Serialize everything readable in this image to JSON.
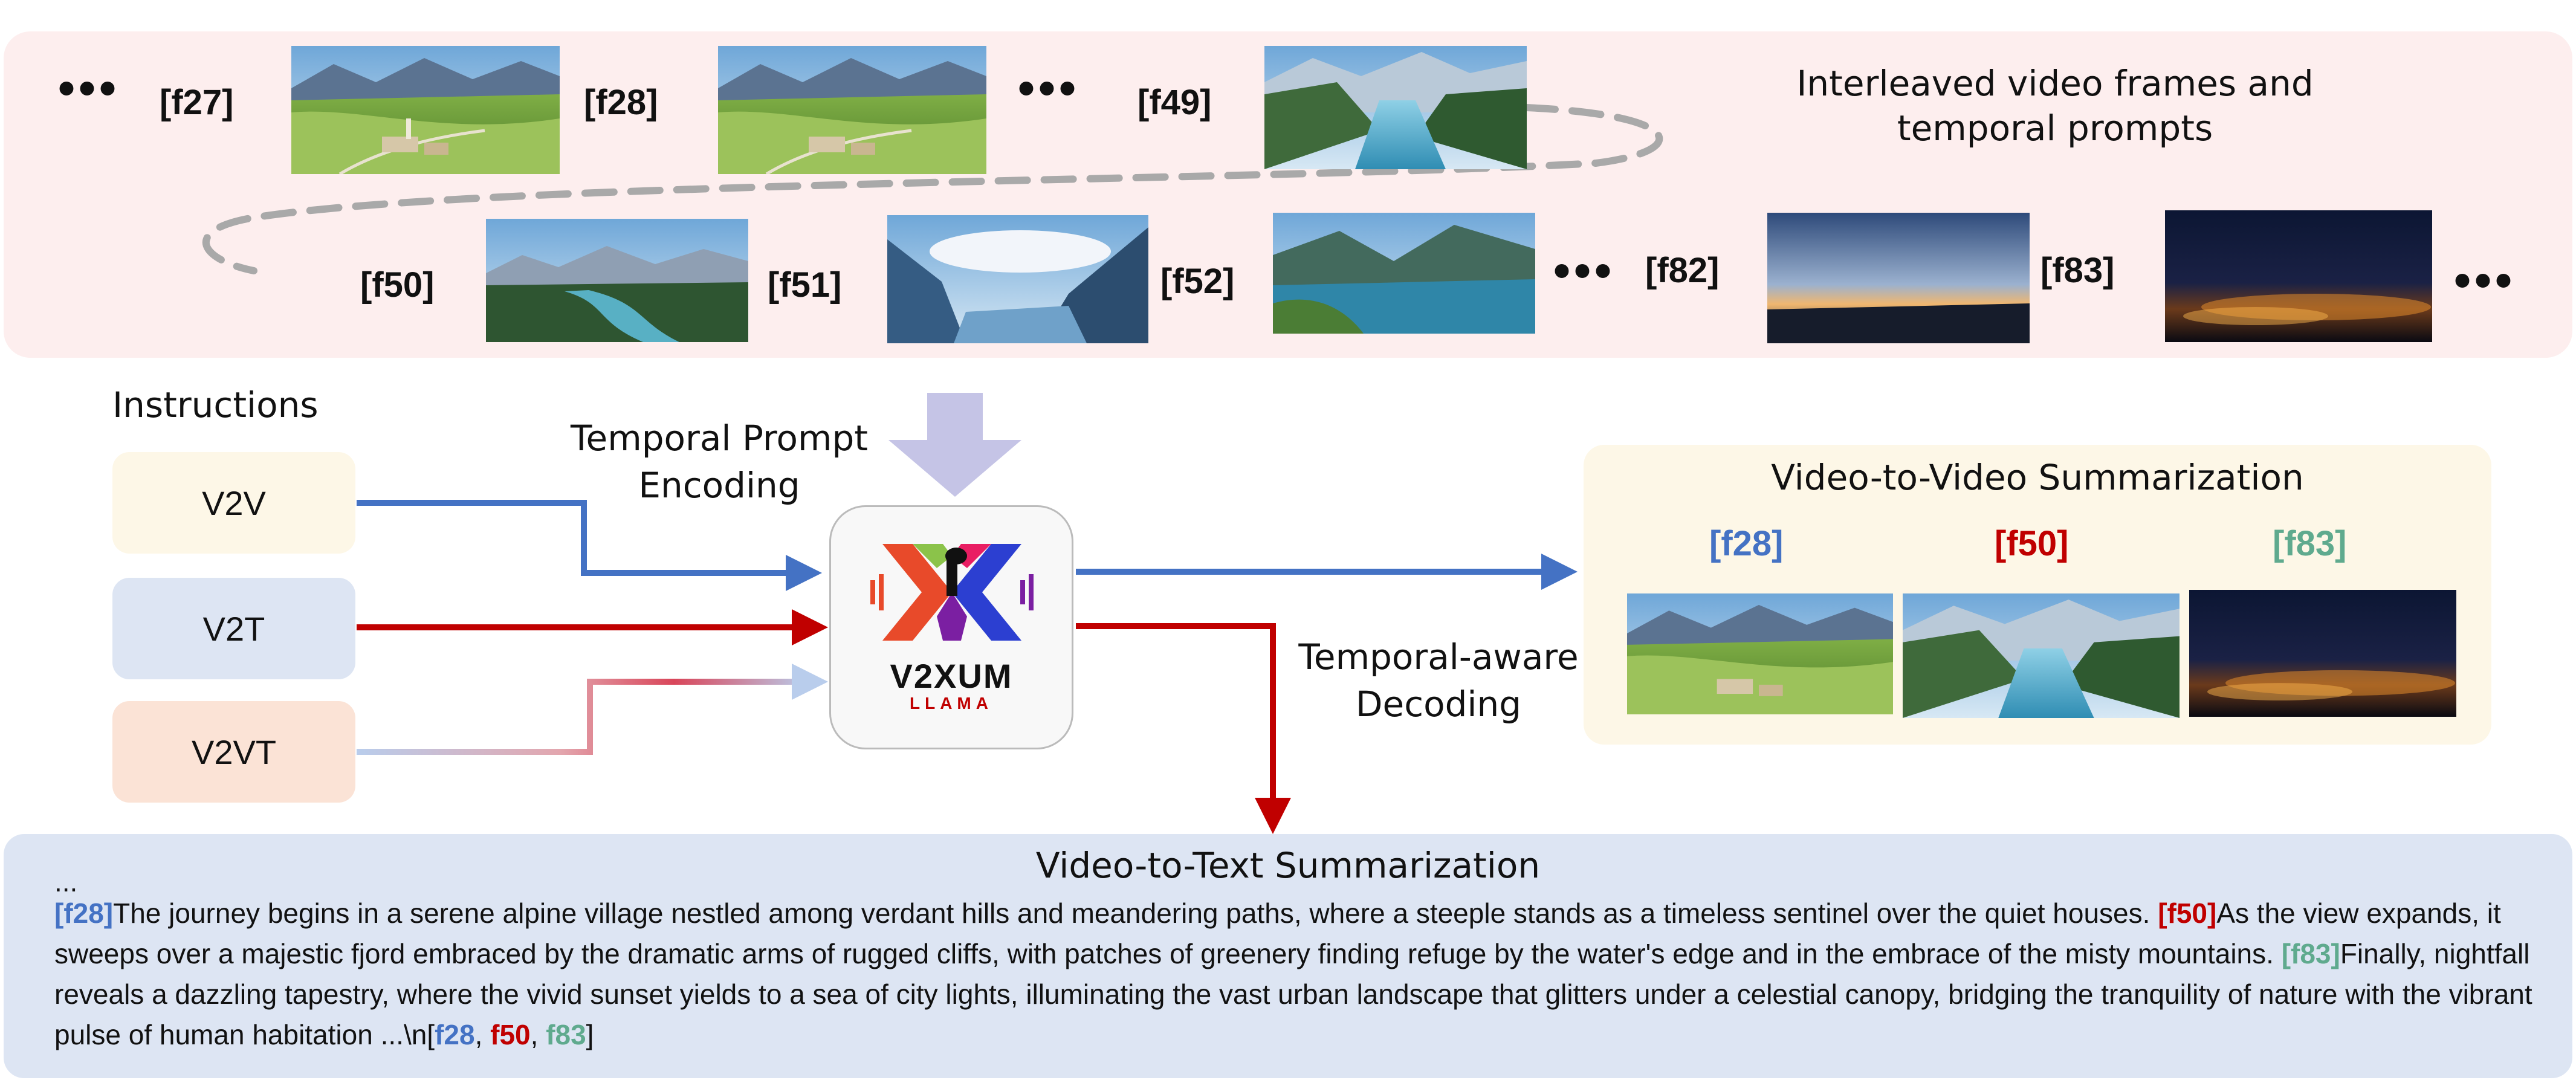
{
  "top_panel": {
    "title_line1": "Interleaved video frames and",
    "title_line2": "temporal prompts",
    "ellipsis": "•••",
    "row1_labels": [
      "[f27]",
      "[f28]",
      "[f49]"
    ],
    "row2_labels": [
      "[f50]",
      "[f51]",
      "[f52]",
      "[f82]",
      "[f83]"
    ]
  },
  "instructions": {
    "heading": "Instructions",
    "items": [
      "V2V",
      "V2T",
      "V2VT"
    ]
  },
  "encoding_label_line1": "Temporal Prompt",
  "encoding_label_line2": "Encoding",
  "model": {
    "logo_text": "V2XUM",
    "logo_subtext": "LLAMA"
  },
  "decoding_label_line1": "Temporal-aware",
  "decoding_label_line2": "Decoding",
  "v2v_panel": {
    "title": "Video-to-Video Summarization",
    "frame_labels": [
      "[f28]",
      "[f50]",
      "[f83]"
    ]
  },
  "v2t_panel": {
    "title": "Video-to-Text Summarization",
    "leading": "...",
    "tag1": "[f28]",
    "text1": "The journey begins in a serene alpine village nestled among verdant hills and meandering paths, where a steeple stands as a timeless sentinel over the quiet houses. ",
    "tag2": "[f50]",
    "text2": "As the view expands, it sweeps over a majestic fjord embraced by the dramatic arms of rugged cliffs, with patches of greenery finding refuge by the water's edge and in the embrace of the misty mountains. ",
    "tag3": "[f83]",
    "text3": "Finally, nightfall reveals a dazzling tapestry, where the vivid sunset yields to a sea of city lights, illuminating the vast urban landscape that glitters under a celestial canopy, bridging the tranquility of nature with the vibrant pulse of human habitation ...\\n[",
    "end_f28": "f28",
    "sep1": ", ",
    "end_f50": "f50",
    "sep2": ", ",
    "end_f83": "f83",
    "close": "]"
  },
  "colors": {
    "blue": "#4472c4",
    "red": "#c00000",
    "teal": "#5faa8e",
    "arrow_purple": "#c5c4e6",
    "top_panel_bg": "#fdeeee",
    "v2v_panel_bg": "#fdf7e7",
    "v2t_panel_bg": "#dde5f3"
  }
}
